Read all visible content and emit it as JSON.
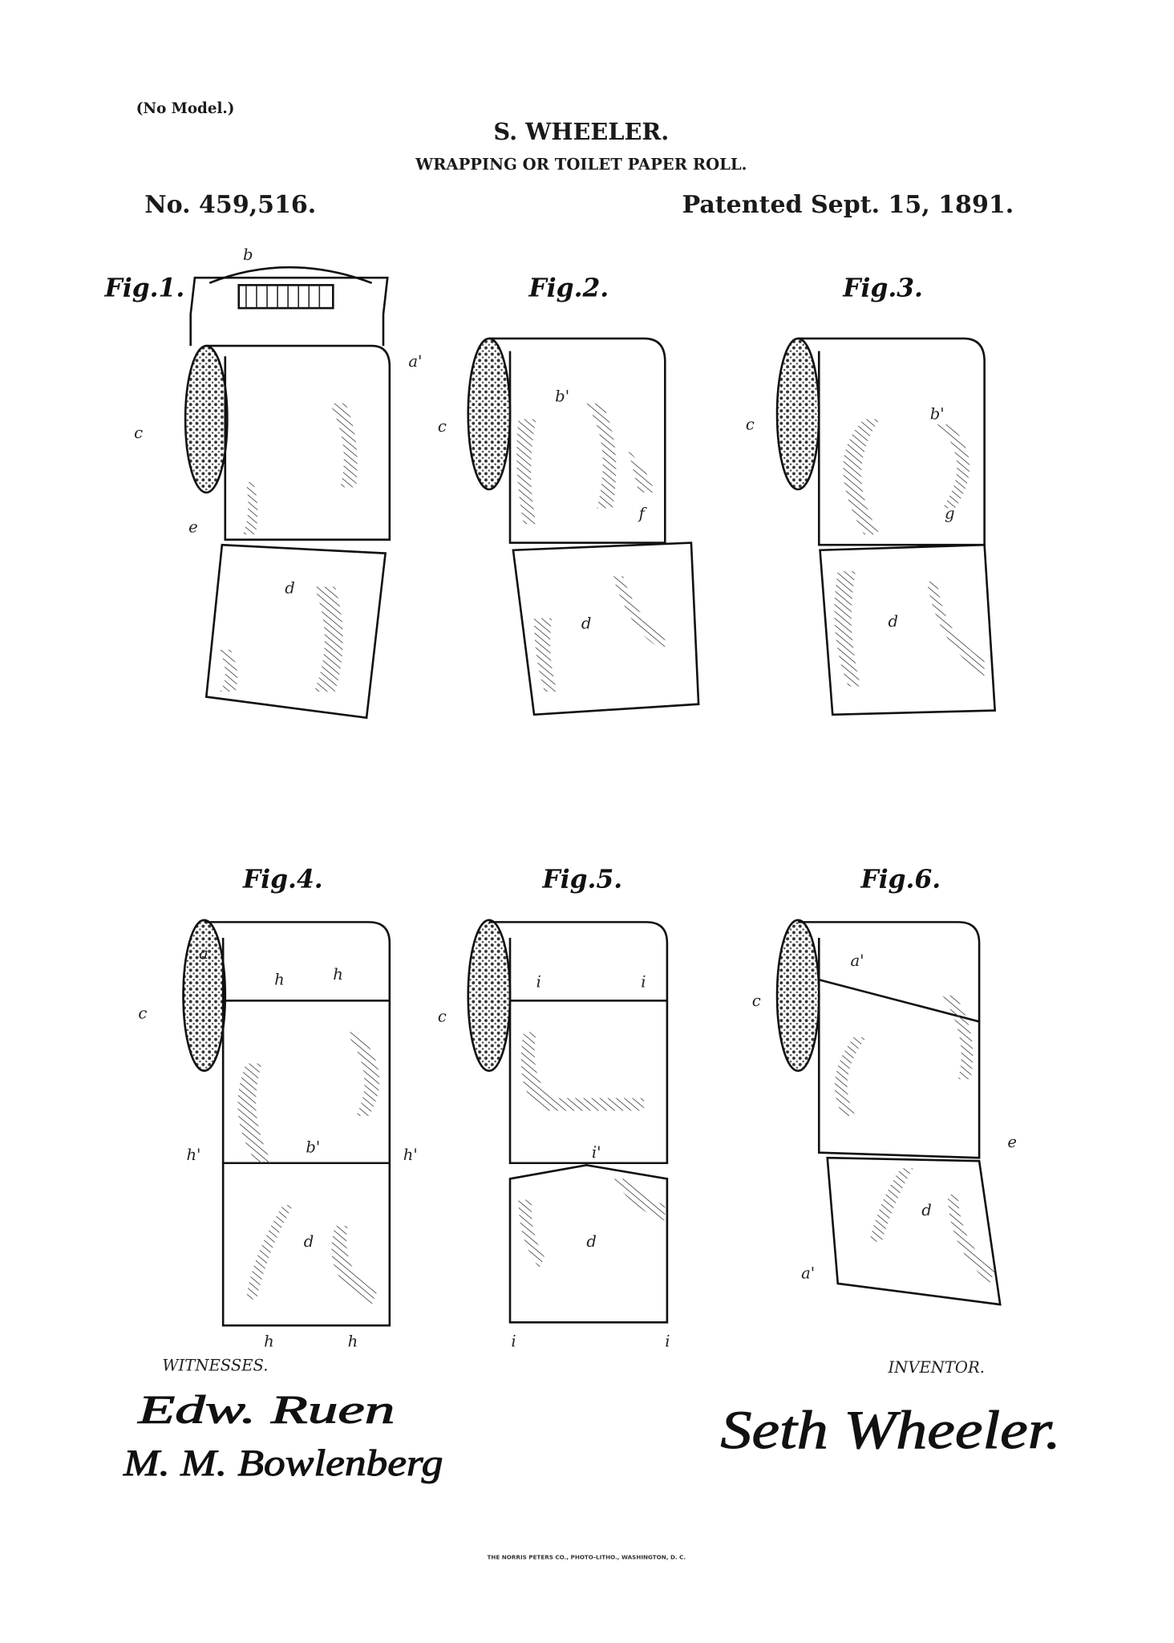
{
  "header": {
    "model_note": "(No Model.)",
    "inventor_name": "S. WHEELER.",
    "title": "WRAPPING OR TOILET PAPER ROLL.",
    "patent_number": "No. 459,516.",
    "patent_date": "Patented Sept. 15, 1891."
  },
  "figures": [
    {
      "label": "Fig.1.",
      "refs": [
        "b",
        "a'",
        "c",
        "e",
        "d"
      ]
    },
    {
      "label": "Fig.2.",
      "refs": [
        "b'",
        "c",
        "f",
        "d"
      ]
    },
    {
      "label": "Fig.3.",
      "refs": [
        "b'",
        "c",
        "g",
        "d"
      ]
    },
    {
      "label": "Fig.4.",
      "refs": [
        "a",
        "h",
        "h",
        "c",
        "h'",
        "b'",
        "h'",
        "d",
        "h",
        "h"
      ]
    },
    {
      "label": "Fig.5.",
      "refs": [
        "c",
        "i",
        "i",
        "i'",
        "d",
        "i",
        "i"
      ]
    },
    {
      "label": "Fig.6.",
      "refs": [
        "a'",
        "c",
        "e",
        "d",
        "a'"
      ]
    }
  ],
  "footer": {
    "witnesses_label": "WITNESSES.",
    "inventor_label": "INVENTOR.",
    "witness_signatures": [
      "Edw. Ruen",
      "M. M. Bowlenberg"
    ],
    "inventor_signature": "Seth Wheeler.",
    "printer_line": "THE NORRIS PETERS CO., PHOTO-LITHO., WASHINGTON, D. C."
  }
}
